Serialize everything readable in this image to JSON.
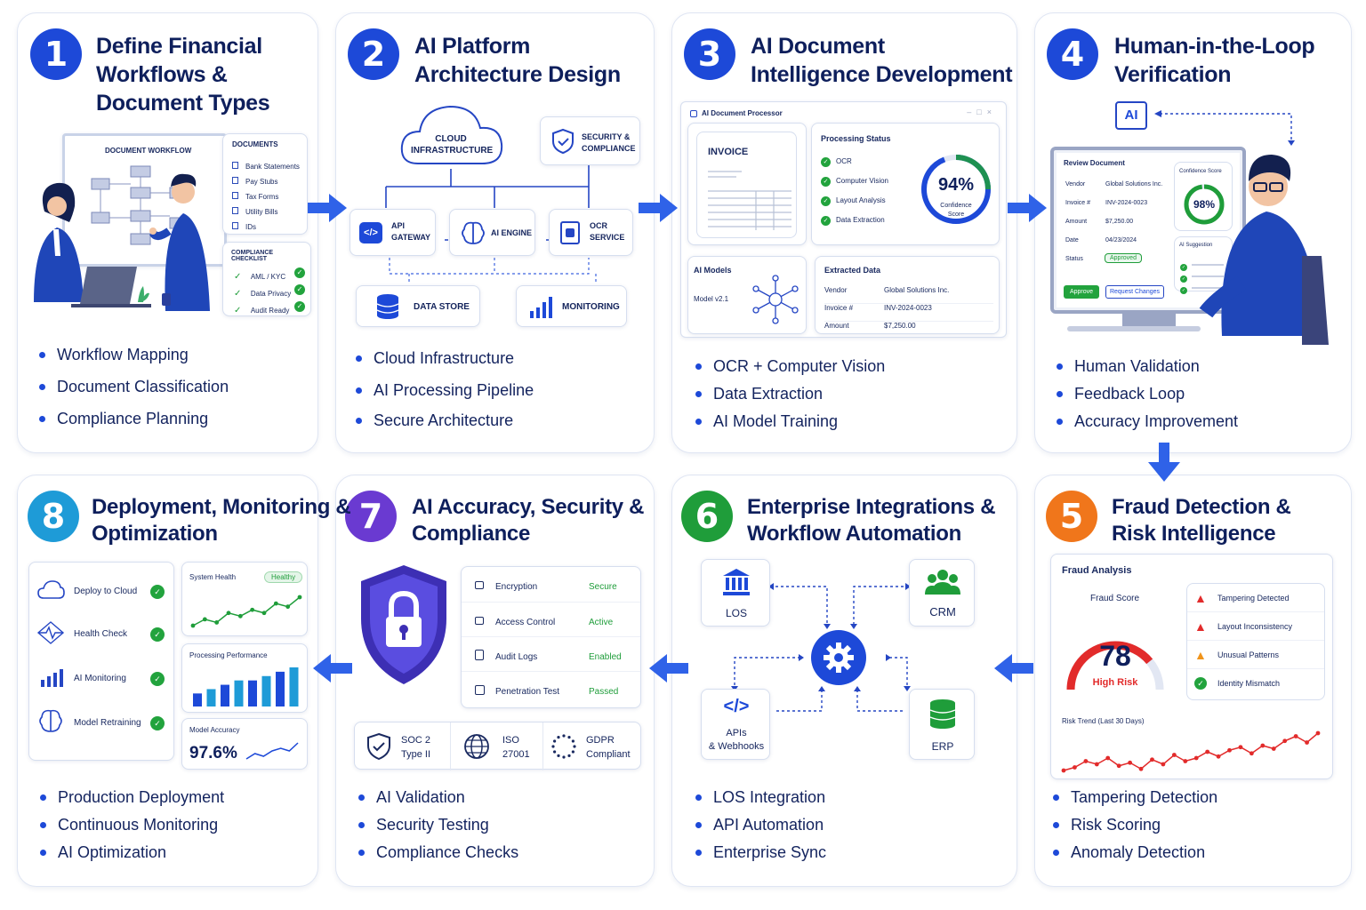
{
  "colors": {
    "blue": "#1d49d8",
    "green": "#1f9d3a",
    "orange": "#f0761b",
    "purple": "#6a3ad1",
    "teal": "#1e9bd7",
    "red": "#e22b2b"
  },
  "step1": {
    "number": "1",
    "title": [
      "Define Financial",
      "Workflows &",
      "Document Types"
    ],
    "workflow_label": "DOCUMENT WORKFLOW",
    "documents_title": "DOCUMENTS",
    "documents": [
      "Bank Statements",
      "Pay Stubs",
      "Tax Forms",
      "Utility Bills",
      "IDs"
    ],
    "checklist_title": "COMPLIANCE CHECKLIST",
    "checklist": [
      "AML / KYC",
      "Data Privacy",
      "Audit Ready"
    ],
    "bullets": [
      "Workflow Mapping",
      "Document Classification",
      "Compliance Planning"
    ]
  },
  "step2": {
    "number": "2",
    "title": [
      "AI Platform",
      "Architecture Design"
    ],
    "cloud": [
      "CLOUD",
      "INFRASTRUCTURE"
    ],
    "security": [
      "SECURITY &",
      "COMPLIANCE"
    ],
    "api": [
      "API",
      "GATEWAY"
    ],
    "engine": "AI ENGINE",
    "ocr": [
      "OCR",
      "SERVICE"
    ],
    "datastore": "DATA STORE",
    "monitoring": "MONITORING",
    "bullets": [
      "Cloud Infrastructure",
      "AI Processing Pipeline",
      "Secure Architecture"
    ]
  },
  "step3": {
    "number": "3",
    "title": [
      "AI Document",
      "Intelligence Development"
    ],
    "window_title": "AI Document Processor",
    "invoice": "INVOICE",
    "status_title": "Processing Status",
    "status_items": [
      "OCR",
      "Computer Vision",
      "Layout Analysis",
      "Data Extraction"
    ],
    "confidence": {
      "value": 94,
      "label": "94%",
      "caption": [
        "Confidence",
        "Score"
      ]
    },
    "models_title": "AI Models",
    "model": "Model v2.1",
    "extracted_title": "Extracted Data",
    "extracted": [
      {
        "key": "Vendor",
        "value": "Global Solutions Inc."
      },
      {
        "key": "Invoice #",
        "value": "INV-2024-0023"
      },
      {
        "key": "Amount",
        "value": "$7,250.00"
      }
    ],
    "bullets": [
      "OCR + Computer Vision",
      "Data Extraction",
      "AI Model Training"
    ]
  },
  "step4": {
    "number": "4",
    "title": [
      "Human-in-the-Loop",
      "Verification"
    ],
    "chip": "AI",
    "review_title": "Review Document",
    "fields": [
      {
        "key": "Vendor",
        "value": "Global Solutions Inc."
      },
      {
        "key": "Invoice #",
        "value": "INV-2024-0023"
      },
      {
        "key": "Amount",
        "value": "$7,250.00"
      },
      {
        "key": "Date",
        "value": "04/23/2024"
      },
      {
        "key": "Status",
        "value": "Approved"
      }
    ],
    "confidence_title": "Confidence Score",
    "confidence": {
      "value": 98,
      "label": "98%"
    },
    "suggestion_title": "AI Suggestion",
    "approve": "Approve",
    "request": "Request Changes",
    "bullets": [
      "Human Validation",
      "Feedback Loop",
      "Accuracy Improvement"
    ]
  },
  "step5": {
    "number": "5",
    "title": [
      "Fraud Detection &",
      "Risk Intelligence"
    ],
    "panel_title": "Fraud Analysis",
    "score_title": "Fraud Score",
    "score": {
      "value": 78,
      "label": "78",
      "risk": "High Risk"
    },
    "alerts": [
      "Tampering Detected",
      "Layout Inconsistency",
      "Unusual Patterns",
      "Identity Mismatch"
    ],
    "trend_title": "Risk Trend (Last 30 Days)",
    "trend": [
      8,
      10,
      14,
      12,
      16,
      11,
      13,
      9,
      15,
      12,
      18,
      14,
      16,
      20,
      17,
      21,
      23,
      19,
      24,
      22,
      27,
      30,
      26,
      32
    ],
    "bullets": [
      "Tampering Detection",
      "Risk Scoring",
      "Anomaly Detection"
    ]
  },
  "step6": {
    "number": "6",
    "title": [
      "Enterprise Integrations &",
      "Workflow Automation"
    ],
    "los": "LOS",
    "crm": "CRM",
    "apis": [
      "APIs",
      "& Webhooks"
    ],
    "erp": "ERP",
    "bullets": [
      "LOS Integration",
      "API Automation",
      "Enterprise Sync"
    ]
  },
  "step7": {
    "number": "7",
    "title": [
      "AI Accuracy, Security &",
      "Compliance"
    ],
    "rows": [
      {
        "key": "Encryption",
        "value": "Secure"
      },
      {
        "key": "Access Control",
        "value": "Active"
      },
      {
        "key": "Audit Logs",
        "value": "Enabled"
      },
      {
        "key": "Penetration Test",
        "value": "Passed"
      }
    ],
    "badges": [
      [
        "SOC 2",
        "Type II"
      ],
      [
        "ISO",
        "27001"
      ],
      [
        "GDPR",
        "Compliant"
      ]
    ],
    "bullets": [
      "AI Validation",
      "Security Testing",
      "Compliance Checks"
    ]
  },
  "step8": {
    "number": "8",
    "title": [
      "Deployment, Monitoring &",
      "Optimization"
    ],
    "checks": [
      "Deploy to Cloud",
      "Health Check",
      "AI Monitoring",
      "Model Retraining"
    ],
    "health_title": "System Health",
    "health_badge": "Healthy",
    "health_line": [
      3,
      5,
      4,
      7,
      6,
      8,
      7,
      10,
      9,
      12
    ],
    "perf_title": "Processing Performance",
    "perf_bars": [
      3,
      4,
      5,
      6,
      6,
      7,
      8,
      9
    ],
    "acc_title": "Model Accuracy",
    "accuracy": "97.6%",
    "acc_line": [
      2,
      4,
      3,
      5,
      6,
      5,
      8
    ],
    "bullets": [
      "Production Deployment",
      "Continuous Monitoring",
      "AI Optimization"
    ]
  }
}
